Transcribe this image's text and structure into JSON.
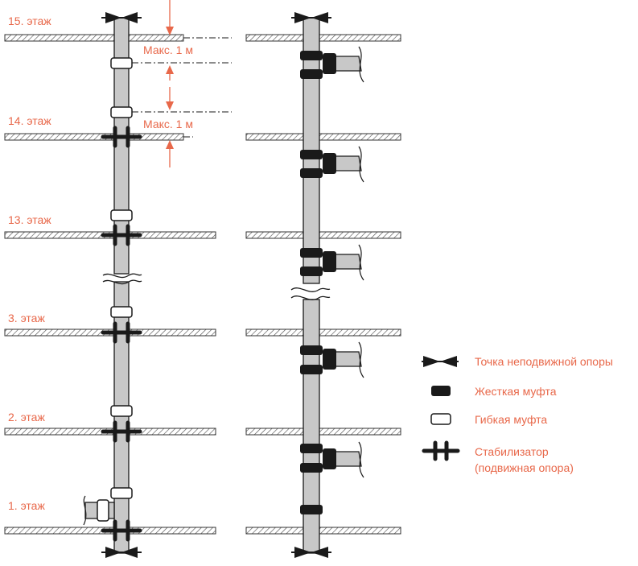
{
  "colors": {
    "accent": "#e8684a",
    "pipe": "#c8c8c8",
    "outline": "#1a1a1a",
    "hatch": "#555555"
  },
  "floors": [
    "15. этаж",
    "14. этаж",
    "13. этаж",
    "3. этаж",
    "2. этаж",
    "1. этаж"
  ],
  "dimensions": {
    "max_top": "Макс. 1 м",
    "max_bottom": "Макс. 1 м"
  },
  "legend": {
    "fixed_point": "Точка неподвижной опоры",
    "rigid_coupling": "Жесткая муфта",
    "flexible_coupling": "Гибкая муфта",
    "stabilizer_line1": "Стабилизатор",
    "stabilizer_line2": "(подвижная опора)"
  },
  "icons": [
    "fixed-point-icon",
    "rigid-coupling-icon",
    "flexible-coupling-icon",
    "stabilizer-icon"
  ]
}
